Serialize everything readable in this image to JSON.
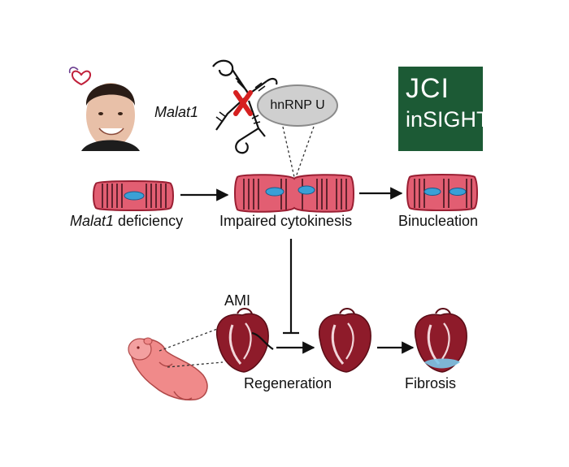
{
  "gene_label": "Malat1",
  "protein_label": "hnRNP U",
  "journal": {
    "line1": "JCI",
    "line2": "inSIGHT",
    "bg_color": "#1c5a35"
  },
  "stages": {
    "deficiency": {
      "italic": "Malat1",
      "rest": " deficiency"
    },
    "cytokinesis": "Impaired cytokinesis",
    "binucleation": "Binucleation"
  },
  "outcomes": {
    "ami": "AMI",
    "regeneration": "Regeneration",
    "fibrosis": "Fibrosis"
  },
  "colors": {
    "cell_fill": "#e25e72",
    "cell_stroke": "#9a1f33",
    "nucleus": "#3aa0d6",
    "heart": "#8e1b2a",
    "inhibit_x": "#d62020",
    "neonate": "#f08a8a"
  }
}
